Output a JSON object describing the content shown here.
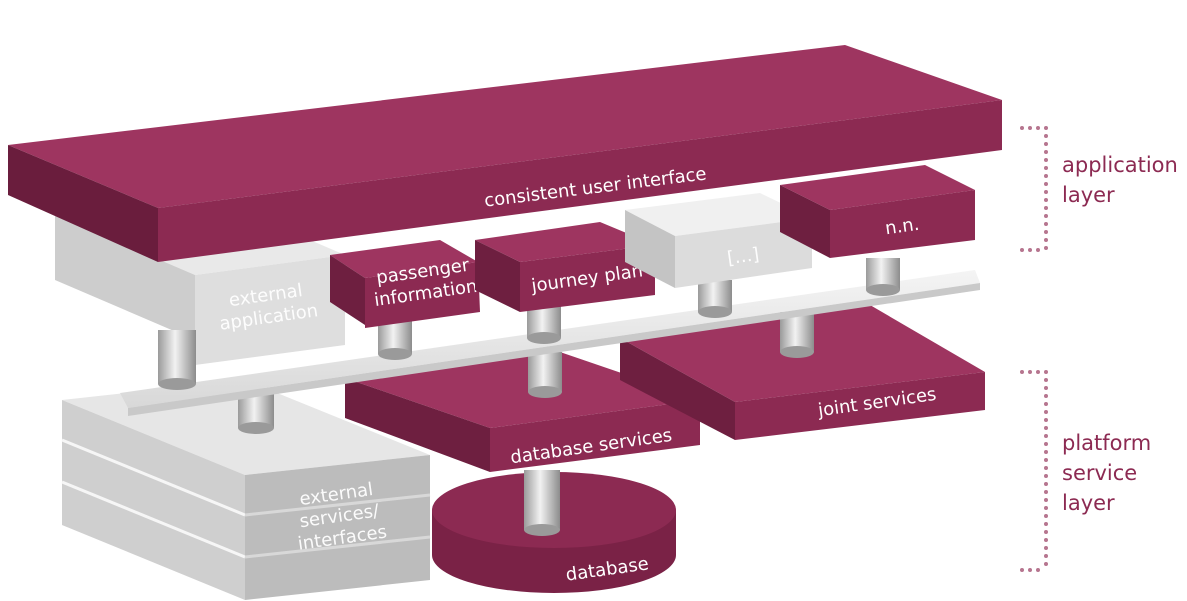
{
  "diagram": {
    "top_panel": "consistent user interface",
    "modules": {
      "external_application": "external application",
      "passenger_information": "passenger information",
      "journey_plan": "journey plan",
      "ellipsis": "[…]",
      "nn": "n.n."
    },
    "platform": {
      "joint_services": "joint services",
      "database_services": "database services",
      "database": "database",
      "external_services": "external services/ interfaces"
    },
    "layers": {
      "application": "application layer",
      "platform": "platform service layer"
    },
    "colors": {
      "accent": "#8c2a52",
      "accent_dark": "#6e1f40",
      "accent_light": "#9e3560",
      "grey_light": "#e6e6e6",
      "grey_mid": "#cfcfcf",
      "grey_dark": "#b5b5b5"
    }
  }
}
